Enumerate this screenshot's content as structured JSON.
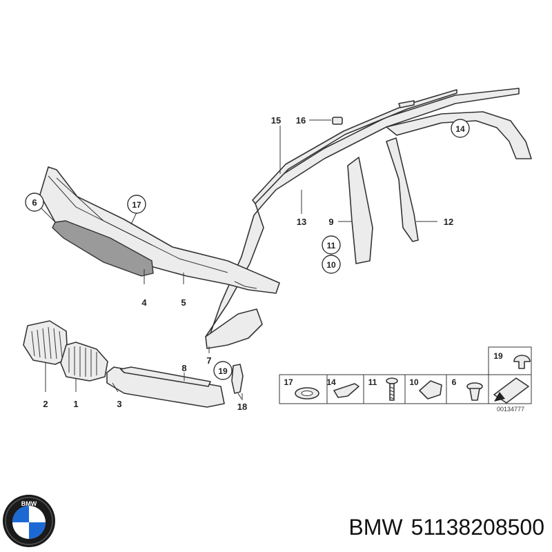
{
  "diagram": {
    "part_labels": [
      "1",
      "2",
      "3",
      "4",
      "5",
      "6",
      "7",
      "8",
      "9",
      "10",
      "11",
      "12",
      "13",
      "14",
      "15",
      "16",
      "17",
      "18",
      "19"
    ],
    "legend": {
      "items": [
        "17",
        "14",
        "11",
        "10",
        "6",
        "19"
      ],
      "drawing_code": "00134777"
    }
  },
  "caption": {
    "brand": "BMW",
    "part_number": "51138208500"
  },
  "logo": {
    "text": "BMW",
    "colors": {
      "blue": "#1c69d4",
      "white": "#ffffff",
      "ring": "#1a1a1a"
    }
  }
}
